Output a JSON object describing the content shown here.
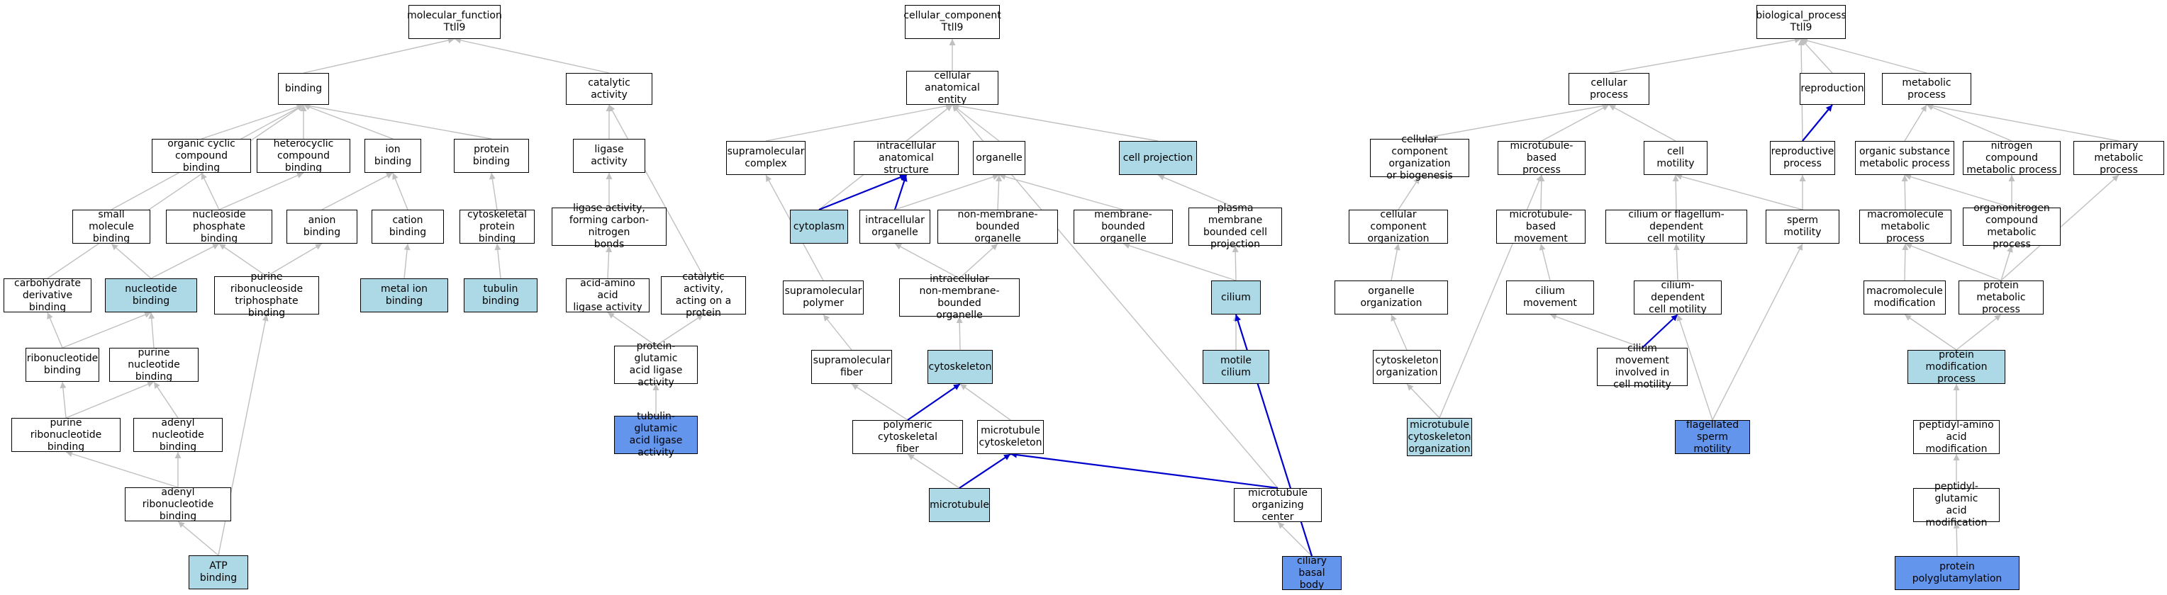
{
  "colors": {
    "light": "#add8e6",
    "highlight": "#6495ed",
    "edge_gray": "#c0c0c0",
    "edge_blue": "#0000cd"
  },
  "nodes": {
    "mf_root": {
      "label": "molecular_function\nTtll9",
      "style": "plain"
    },
    "binding": {
      "label": "binding",
      "style": "plain"
    },
    "catalytic_activity": {
      "label": "catalytic activity",
      "style": "plain"
    },
    "organic_cyclic": {
      "label": "organic cyclic\ncompound binding",
      "style": "plain"
    },
    "heterocyclic": {
      "label": "heterocyclic\ncompound binding",
      "style": "plain"
    },
    "ion_binding": {
      "label": "ion binding",
      "style": "plain"
    },
    "protein_binding": {
      "label": "protein binding",
      "style": "plain"
    },
    "ligase_activity": {
      "label": "ligase activity",
      "style": "light"
    },
    "small_molecule": {
      "label": "small molecule\nbinding",
      "style": "plain"
    },
    "nucleoside_phosphate": {
      "label": "nucleoside phosphate\nbinding",
      "style": "plain"
    },
    "anion_binding": {
      "label": "anion binding",
      "style": "plain"
    },
    "cation_binding": {
      "label": "cation binding",
      "style": "plain"
    },
    "cytoskeletal_protein": {
      "label": "cytoskeletal\nprotein binding",
      "style": "plain"
    },
    "ligase_cn": {
      "label": "ligase activity,\nforming carbon-nitrogen\nbonds",
      "style": "plain"
    },
    "carbohydrate_deriv": {
      "label": "carbohydrate\nderivative binding",
      "style": "plain"
    },
    "nucleotide_binding": {
      "label": "nucleotide binding",
      "style": "light"
    },
    "purine_rnt_tp": {
      "label": "purine ribonucleoside\ntriphosphate\nbinding",
      "style": "plain"
    },
    "metal_ion": {
      "label": "metal ion binding",
      "style": "light"
    },
    "tubulin_binding": {
      "label": "tubulin binding",
      "style": "light"
    },
    "aa_ligase": {
      "label": "acid-amino acid\nligase activity",
      "style": "plain"
    },
    "cat_on_protein": {
      "label": "catalytic activity,\nacting on a\nprotein",
      "style": "plain"
    },
    "ribonucleotide": {
      "label": "ribonucleotide\nbinding",
      "style": "plain"
    },
    "purine_nucleotide": {
      "label": "purine nucleotide\nbinding",
      "style": "plain"
    },
    "prot_glu_ligase": {
      "label": "protein-glutamic\nacid ligase\nactivity",
      "style": "plain"
    },
    "purine_ribonucleotide": {
      "label": "purine ribonucleotide\nbinding",
      "style": "plain"
    },
    "adenyl_nucleotide": {
      "label": "adenyl nucleotide\nbinding",
      "style": "plain"
    },
    "tub_glu_ligase": {
      "label": "tubulin-glutamic\nacid ligase\nactivity",
      "style": "blue"
    },
    "adenyl_ribonucleotide": {
      "label": "adenyl ribonucleotide\nbinding",
      "style": "plain"
    },
    "atp_binding": {
      "label": "ATP binding",
      "style": "light"
    },
    "cc_root": {
      "label": "cellular_component\nTtll9",
      "style": "plain"
    },
    "cae": {
      "label": "cellular anatomical\nentity",
      "style": "plain"
    },
    "supramolecular_complex": {
      "label": "supramolecular\ncomplex",
      "style": "plain"
    },
    "intracellular_as": {
      "label": "intracellular\nanatomical structure",
      "style": "plain"
    },
    "organelle": {
      "label": "organelle",
      "style": "plain"
    },
    "cell_projection": {
      "label": "cell projection",
      "style": "light"
    },
    "cytoplasm": {
      "label": "cytoplasm",
      "style": "light"
    },
    "intracellular_organelle": {
      "label": "intracellular\norganelle",
      "style": "plain"
    },
    "non_mem_organelle": {
      "label": "non-membrane-bounded\norganelle",
      "style": "plain"
    },
    "mem_organelle": {
      "label": "membrane-bounded\norganelle",
      "style": "plain"
    },
    "plasma_mem_projection": {
      "label": "plasma membrane\nbounded cell\nprojection",
      "style": "plain"
    },
    "supramolecular_polymer": {
      "label": "supramolecular\npolymer",
      "style": "plain"
    },
    "intra_non_mem_organelle": {
      "label": "intracellular\nnon-membrane-bounded\norganelle",
      "style": "plain"
    },
    "cilium": {
      "label": "cilium",
      "style": "light"
    },
    "supramolecular_fiber": {
      "label": "supramolecular\nfiber",
      "style": "plain"
    },
    "cytoskeleton": {
      "label": "cytoskeleton",
      "style": "light"
    },
    "motile_cilium": {
      "label": "motile cilium",
      "style": "light"
    },
    "polymeric_cytoskeletal_fiber": {
      "label": "polymeric cytoskeletal\nfiber",
      "style": "plain"
    },
    "mt_cytoskeleton": {
      "label": "microtubule\ncytoskeleton",
      "style": "plain"
    },
    "microtubule": {
      "label": "microtubule",
      "style": "light"
    },
    "mtoc": {
      "label": "microtubule\norganizing center",
      "style": "plain"
    },
    "ciliary_basal_body": {
      "label": "ciliary basal\nbody",
      "style": "blue"
    },
    "bp_root": {
      "label": "biological_process\nTtll9",
      "style": "plain"
    },
    "cellular_process": {
      "label": "cellular process",
      "style": "plain"
    },
    "reproduction": {
      "label": "reproduction",
      "style": "plain"
    },
    "metabolic_process": {
      "label": "metabolic process",
      "style": "plain"
    },
    "ccob": {
      "label": "cellular component\norganization\nor biogenesis",
      "style": "plain"
    },
    "mt_based_process": {
      "label": "microtubule-based\nprocess",
      "style": "plain"
    },
    "cell_motility": {
      "label": "cell motility",
      "style": "plain"
    },
    "reproductive_process": {
      "label": "reproductive\nprocess",
      "style": "plain"
    },
    "organic_substance_mp": {
      "label": "organic substance\nmetabolic process",
      "style": "plain"
    },
    "nitrogen_compound_mp": {
      "label": "nitrogen compound\nmetabolic process",
      "style": "plain"
    },
    "primary_mp": {
      "label": "primary metabolic\nprocess",
      "style": "plain"
    },
    "cc_organization": {
      "label": "cellular component\norganization",
      "style": "plain"
    },
    "mt_based_movement": {
      "label": "microtubule-based\nmovement",
      "style": "plain"
    },
    "cilium_or_flagellum_motility": {
      "label": "cilium or flagellum-dependent\ncell motility",
      "style": "plain"
    },
    "sperm_motility": {
      "label": "sperm motility",
      "style": "plain"
    },
    "macromolecule_mp": {
      "label": "macromolecule\nmetabolic process",
      "style": "plain"
    },
    "organonitrogen_mp": {
      "label": "organonitrogen\ncompound metabolic\nprocess",
      "style": "plain"
    },
    "organelle_organization": {
      "label": "organelle organization",
      "style": "plain"
    },
    "cilium_movement": {
      "label": "cilium movement",
      "style": "plain"
    },
    "cilium_dependent_motility": {
      "label": "cilium-dependent\ncell motility",
      "style": "plain"
    },
    "macromolecule_modification": {
      "label": "macromolecule\nmodification",
      "style": "plain"
    },
    "protein_mp": {
      "label": "protein metabolic\nprocess",
      "style": "plain"
    },
    "cytoskeleton_organization": {
      "label": "cytoskeleton\norganization",
      "style": "plain"
    },
    "cilium_movement_motility": {
      "label": "cilium movement\ninvolved in\ncell motility",
      "style": "plain"
    },
    "protein_modification": {
      "label": "protein modification\nprocess",
      "style": "light"
    },
    "mt_cytoskeleton_organization": {
      "label": "microtubule\ncytoskeleton\norganization",
      "style": "light"
    },
    "flagellated_sperm_motility": {
      "label": "flagellated\nsperm motility",
      "style": "blue"
    },
    "peptidyl_amino": {
      "label": "peptidyl-amino\nacid modification",
      "style": "plain"
    },
    "peptidyl_glutamic": {
      "label": "peptidyl-glutamic\nacid modification",
      "style": "plain"
    },
    "protein_polyglutamylation": {
      "label": "protein polyglutamylation",
      "style": "blue"
    }
  },
  "edges": [
    {
      "from": "binding",
      "to": "mf_root",
      "type": "is_a"
    },
    {
      "from": "catalytic_activity",
      "to": "mf_root",
      "type": "is_a"
    },
    {
      "from": "organic_cyclic",
      "to": "binding",
      "type": "is_a"
    },
    {
      "from": "heterocyclic",
      "to": "binding",
      "type": "is_a"
    },
    {
      "from": "ion_binding",
      "to": "binding",
      "type": "is_a"
    },
    {
      "from": "protein_binding",
      "to": "binding",
      "type": "is_a"
    },
    {
      "from": "small_molecule",
      "to": "binding",
      "type": "is_a"
    },
    {
      "from": "carbohydrate_deriv",
      "to": "binding",
      "type": "is_a"
    },
    {
      "from": "ligase_activity",
      "to": "catalytic_activity",
      "type": "is_a"
    },
    {
      "from": "cat_on_protein",
      "to": "catalytic_activity",
      "type": "is_a"
    },
    {
      "from": "nucleoside_phosphate",
      "to": "organic_cyclic",
      "type": "is_a"
    },
    {
      "from": "nucleoside_phosphate",
      "to": "heterocyclic",
      "type": "is_a"
    },
    {
      "from": "anion_binding",
      "to": "ion_binding",
      "type": "is_a"
    },
    {
      "from": "cation_binding",
      "to": "ion_binding",
      "type": "is_a"
    },
    {
      "from": "cytoskeletal_protein",
      "to": "protein_binding",
      "type": "is_a"
    },
    {
      "from": "ligase_cn",
      "to": "ligase_activity",
      "type": "is_a"
    },
    {
      "from": "nucleotide_binding",
      "to": "small_molecule",
      "type": "is_a"
    },
    {
      "from": "nucleotide_binding",
      "to": "nucleoside_phosphate",
      "type": "is_a"
    },
    {
      "from": "purine_rnt_tp",
      "to": "nucleoside_phosphate",
      "type": "is_a"
    },
    {
      "from": "purine_rnt_tp",
      "to": "anion_binding",
      "type": "is_a"
    },
    {
      "from": "metal_ion",
      "to": "cation_binding",
      "type": "is_a"
    },
    {
      "from": "tubulin_binding",
      "to": "cytoskeletal_protein",
      "type": "is_a"
    },
    {
      "from": "aa_ligase",
      "to": "ligase_cn",
      "type": "is_a"
    },
    {
      "from": "ribonucleotide",
      "to": "carbohydrate_deriv",
      "type": "is_a"
    },
    {
      "from": "ribonucleotide",
      "to": "nucleotide_binding",
      "type": "is_a"
    },
    {
      "from": "purine_nucleotide",
      "to": "nucleotide_binding",
      "type": "is_a"
    },
    {
      "from": "prot_glu_ligase",
      "to": "aa_ligase",
      "type": "is_a"
    },
    {
      "from": "prot_glu_ligase",
      "to": "cat_on_protein",
      "type": "is_a"
    },
    {
      "from": "purine_ribonucleotide",
      "to": "ribonucleotide",
      "type": "is_a"
    },
    {
      "from": "purine_ribonucleotide",
      "to": "purine_nucleotide",
      "type": "is_a"
    },
    {
      "from": "adenyl_nucleotide",
      "to": "purine_nucleotide",
      "type": "is_a"
    },
    {
      "from": "tub_glu_ligase",
      "to": "prot_glu_ligase",
      "type": "is_a"
    },
    {
      "from": "adenyl_ribonucleotide",
      "to": "purine_ribonucleotide",
      "type": "is_a"
    },
    {
      "from": "adenyl_ribonucleotide",
      "to": "adenyl_nucleotide",
      "type": "is_a"
    },
    {
      "from": "atp_binding",
      "to": "adenyl_ribonucleotide",
      "type": "is_a"
    },
    {
      "from": "atp_binding",
      "to": "purine_rnt_tp",
      "type": "is_a"
    },
    {
      "from": "cae",
      "to": "cc_root",
      "type": "is_a"
    },
    {
      "from": "supramolecular_complex",
      "to": "cae",
      "type": "is_a"
    },
    {
      "from": "intracellular_as",
      "to": "cae",
      "type": "is_a"
    },
    {
      "from": "organelle",
      "to": "cae",
      "type": "is_a"
    },
    {
      "from": "cell_projection",
      "to": "cae",
      "type": "is_a"
    },
    {
      "from": "cytoplasm",
      "to": "cae",
      "type": "is_a"
    },
    {
      "from": "mtoc",
      "to": "cae",
      "type": "is_a"
    },
    {
      "from": "cytoplasm",
      "to": "intracellular_as",
      "type": "part_of"
    },
    {
      "from": "intracellular_organelle",
      "to": "intracellular_as",
      "type": "part_of"
    },
    {
      "from": "intracellular_organelle",
      "to": "organelle",
      "type": "is_a"
    },
    {
      "from": "non_mem_organelle",
      "to": "organelle",
      "type": "is_a"
    },
    {
      "from": "mem_organelle",
      "to": "organelle",
      "type": "is_a"
    },
    {
      "from": "plasma_mem_projection",
      "to": "cell_projection",
      "type": "is_a"
    },
    {
      "from": "supramolecular_polymer",
      "to": "supramolecular_complex",
      "type": "is_a"
    },
    {
      "from": "intra_non_mem_organelle",
      "to": "intracellular_organelle",
      "type": "is_a"
    },
    {
      "from": "intra_non_mem_organelle",
      "to": "non_mem_organelle",
      "type": "is_a"
    },
    {
      "from": "cilium",
      "to": "mem_organelle",
      "type": "is_a"
    },
    {
      "from": "cilium",
      "to": "plasma_mem_projection",
      "type": "is_a"
    },
    {
      "from": "supramolecular_fiber",
      "to": "supramolecular_polymer",
      "type": "is_a"
    },
    {
      "from": "cytoskeleton",
      "to": "intra_non_mem_organelle",
      "type": "is_a"
    },
    {
      "from": "motile_cilium",
      "to": "cilium",
      "type": "is_a"
    },
    {
      "from": "polymeric_cytoskeletal_fiber",
      "to": "supramolecular_fiber",
      "type": "is_a"
    },
    {
      "from": "polymeric_cytoskeletal_fiber",
      "to": "cytoskeleton",
      "type": "part_of"
    },
    {
      "from": "mt_cytoskeleton",
      "to": "cytoskeleton",
      "type": "is_a"
    },
    {
      "from": "microtubule",
      "to": "polymeric_cytoskeletal_fiber",
      "type": "is_a"
    },
    {
      "from": "microtubule",
      "to": "mt_cytoskeleton",
      "type": "part_of"
    },
    {
      "from": "mtoc",
      "to": "mt_cytoskeleton",
      "type": "part_of"
    },
    {
      "from": "ciliary_basal_body",
      "to": "mtoc",
      "type": "is_a"
    },
    {
      "from": "ciliary_basal_body",
      "to": "cilium",
      "type": "part_of"
    },
    {
      "from": "cellular_process",
      "to": "bp_root",
      "type": "is_a"
    },
    {
      "from": "reproduction",
      "to": "bp_root",
      "type": "is_a"
    },
    {
      "from": "metabolic_process",
      "to": "bp_root",
      "type": "is_a"
    },
    {
      "from": "reproductive_process",
      "to": "bp_root",
      "type": "is_a"
    },
    {
      "from": "reproductive_process",
      "to": "reproduction",
      "type": "part_of"
    },
    {
      "from": "ccob",
      "to": "cellular_process",
      "type": "is_a"
    },
    {
      "from": "mt_based_process",
      "to": "cellular_process",
      "type": "is_a"
    },
    {
      "from": "cell_motility",
      "to": "cellular_process",
      "type": "is_a"
    },
    {
      "from": "organic_substance_mp",
      "to": "metabolic_process",
      "type": "is_a"
    },
    {
      "from": "nitrogen_compound_mp",
      "to": "metabolic_process",
      "type": "is_a"
    },
    {
      "from": "primary_mp",
      "to": "metabolic_process",
      "type": "is_a"
    },
    {
      "from": "cc_organization",
      "to": "ccob",
      "type": "is_a"
    },
    {
      "from": "mt_based_movement",
      "to": "mt_based_process",
      "type": "is_a"
    },
    {
      "from": "cilium_or_flagellum_motility",
      "to": "cell_motility",
      "type": "is_a"
    },
    {
      "from": "sperm_motility",
      "to": "cell_motility",
      "type": "is_a"
    },
    {
      "from": "sperm_motility",
      "to": "reproductive_process",
      "type": "is_a"
    },
    {
      "from": "macromolecule_mp",
      "to": "organic_substance_mp",
      "type": "is_a"
    },
    {
      "from": "organonitrogen_mp",
      "to": "organic_substance_mp",
      "type": "is_a"
    },
    {
      "from": "organonitrogen_mp",
      "to": "nitrogen_compound_mp",
      "type": "is_a"
    },
    {
      "from": "organelle_organization",
      "to": "cc_organization",
      "type": "is_a"
    },
    {
      "from": "cilium_movement",
      "to": "mt_based_movement",
      "type": "is_a"
    },
    {
      "from": "cilium_dependent_motility",
      "to": "cilium_or_flagellum_motility",
      "type": "is_a"
    },
    {
      "from": "macromolecule_modification",
      "to": "macromolecule_mp",
      "type": "is_a"
    },
    {
      "from": "protein_mp",
      "to": "macromolecule_mp",
      "type": "is_a"
    },
    {
      "from": "protein_mp",
      "to": "organonitrogen_mp",
      "type": "is_a"
    },
    {
      "from": "protein_mp",
      "to": "primary_mp",
      "type": "is_a"
    },
    {
      "from": "cytoskeleton_organization",
      "to": "organelle_organization",
      "type": "is_a"
    },
    {
      "from": "cilium_movement_motility",
      "to": "cilium_movement",
      "type": "is_a"
    },
    {
      "from": "cilium_movement_motility",
      "to": "cilium_dependent_motility",
      "type": "part_of"
    },
    {
      "from": "protein_modification",
      "to": "macromolecule_modification",
      "type": "is_a"
    },
    {
      "from": "protein_modification",
      "to": "protein_mp",
      "type": "is_a"
    },
    {
      "from": "mt_cytoskeleton_organization",
      "to": "cytoskeleton_organization",
      "type": "is_a"
    },
    {
      "from": "mt_cytoskeleton_organization",
      "to": "mt_based_process",
      "type": "is_a"
    },
    {
      "from": "flagellated_sperm_motility",
      "to": "cilium_dependent_motility",
      "type": "is_a"
    },
    {
      "from": "flagellated_sperm_motility",
      "to": "sperm_motility",
      "type": "is_a"
    },
    {
      "from": "peptidyl_amino",
      "to": "protein_modification",
      "type": "is_a"
    },
    {
      "from": "peptidyl_glutamic",
      "to": "peptidyl_amino",
      "type": "is_a"
    },
    {
      "from": "protein_polyglutamylation",
      "to": "peptidyl_glutamic",
      "type": "is_a"
    }
  ]
}
